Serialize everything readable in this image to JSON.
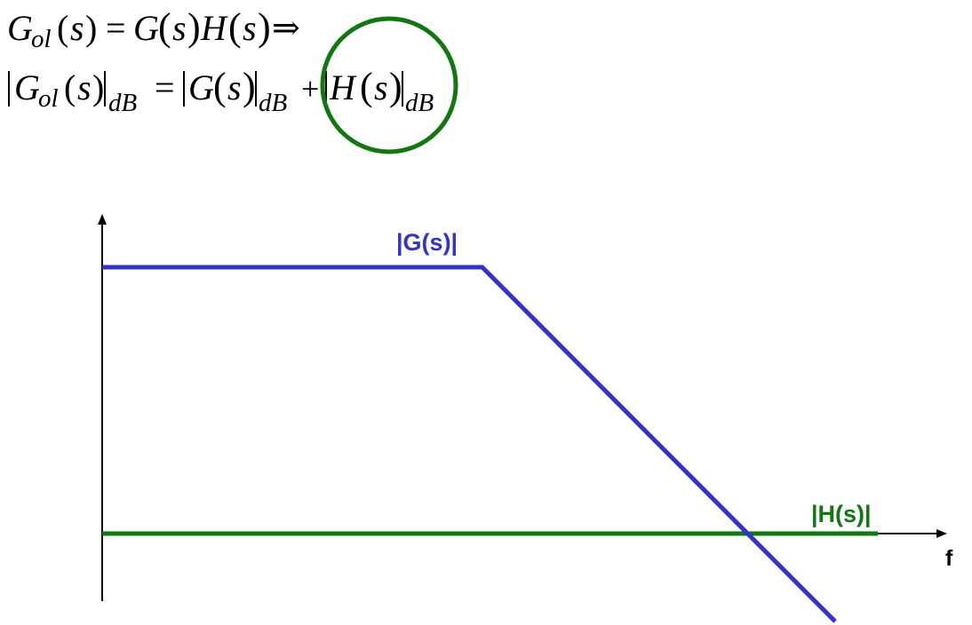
{
  "equations": {
    "line1": {
      "G": "G",
      "ol_sub": "ol",
      "s": "s",
      "eq": "=",
      "G2": "G",
      "s2": "s",
      "H": "H",
      "s3": "s",
      "implies": "⇒"
    },
    "line2": {
      "G": "G",
      "ol_sub": "ol",
      "s": "s",
      "db_sub1": "dB",
      "eq": "=",
      "G2": "G",
      "s2": "s",
      "db_sub2": "dB",
      "plus": "+",
      "H": "H",
      "s3": "s",
      "db_sub3": "dB"
    }
  },
  "colors": {
    "g_curve": "#3333cc",
    "h_curve": "#117711",
    "highlight_circle": "#117711",
    "axes": "#000000"
  },
  "chart_data": {
    "type": "line",
    "x_axis_label": "f",
    "series": [
      {
        "name": "|G(s)|",
        "color": "#3333cc",
        "points": [
          [
            0,
            1.0
          ],
          [
            0.49,
            1.0
          ],
          [
            0.945,
            -0.33
          ]
        ]
      },
      {
        "name": "|H(s)|",
        "color": "#117711",
        "points": [
          [
            0,
            0.0
          ],
          [
            1.0,
            0.0
          ]
        ]
      }
    ],
    "labels": {
      "g": "|G(s)|",
      "h": "|H(s)|"
    }
  }
}
